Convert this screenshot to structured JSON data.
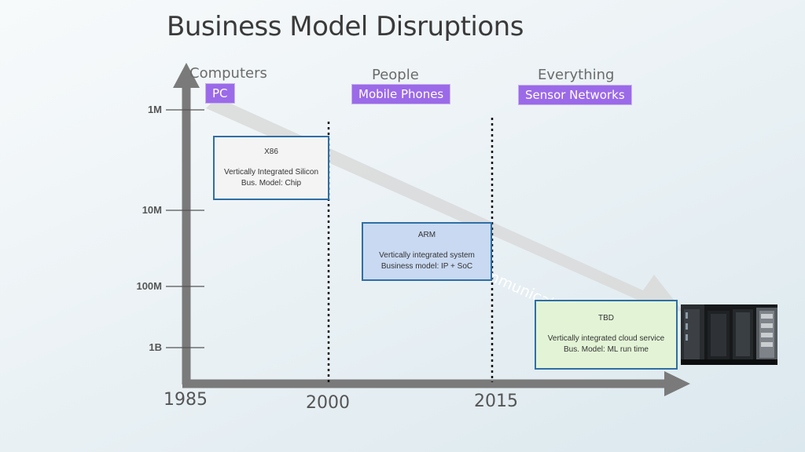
{
  "title": "Business Model Disruptions",
  "eras": [
    {
      "heading": "Computers",
      "tag": "PC"
    },
    {
      "heading": "People",
      "tag": "Mobile Phones"
    },
    {
      "heading": "Everything",
      "tag": "Sensor Networks"
    }
  ],
  "y_ticks": [
    "1M",
    "10M",
    "100M",
    "1B"
  ],
  "x_ticks": [
    "1985",
    "2000",
    "2015"
  ],
  "trend_label": "Cost to communicate",
  "boxes": [
    {
      "name": "X86",
      "line1": "Vertically Integrated Silicon",
      "line2": "Bus. Model: Chip"
    },
    {
      "name": "ARM",
      "line1": "Vertically integrated system",
      "line2": "Business model: IP + SoC"
    },
    {
      "name": "TBD",
      "line1": "Vertically integrated cloud service",
      "line2": "Bus. Model: ML run time"
    }
  ],
  "colors": {
    "axis": "#7a7a7a",
    "tag_bg": "#9b6ae8",
    "box_border": "#2f6fa5",
    "x86_fill": "#f4f4f4",
    "arm_fill": "#c9d9f2",
    "tbd_fill": "#e3f4d6",
    "trend_arrow": "#d9d9d9"
  }
}
